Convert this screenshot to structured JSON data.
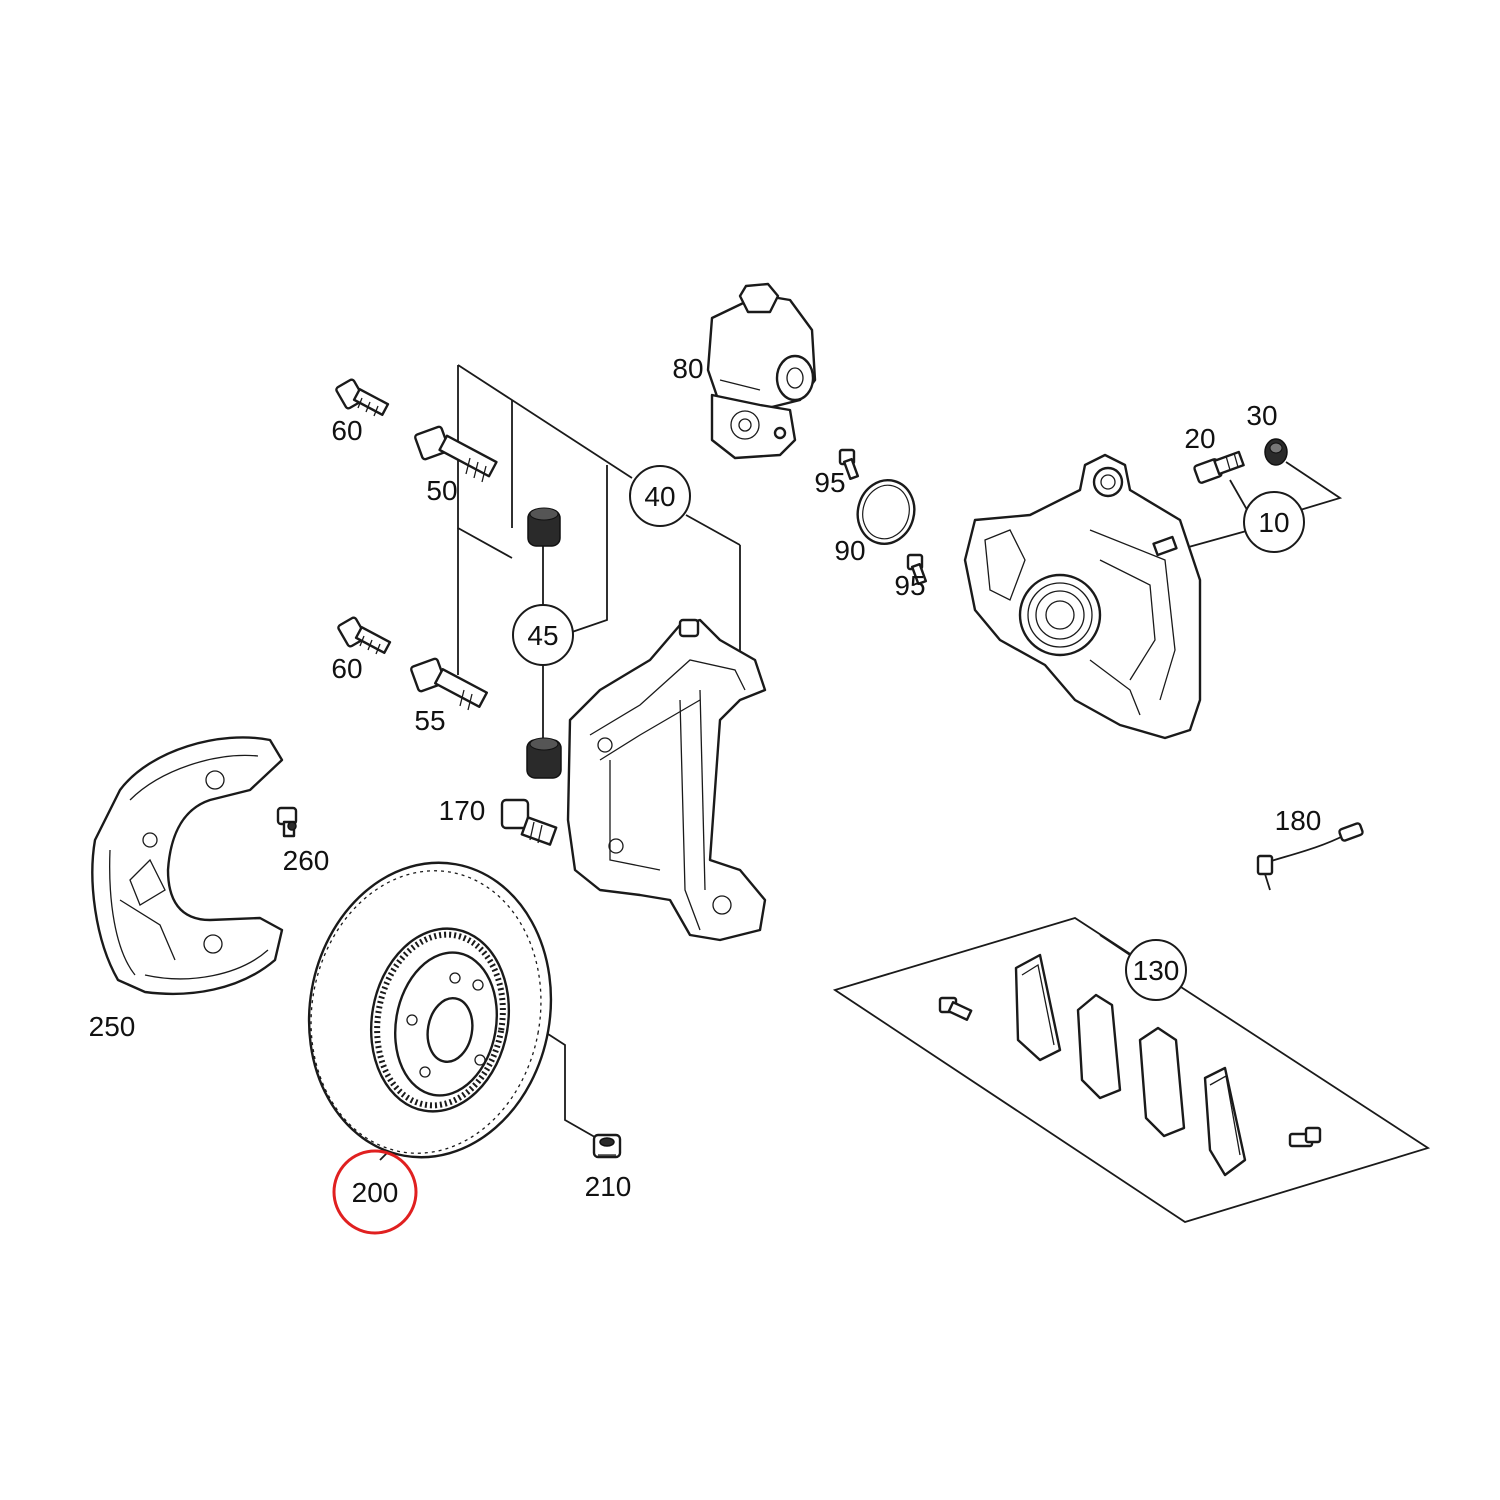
{
  "colors": {
    "line": "#1a1a1a",
    "highlight": "#e02020"
  },
  "labels": {
    "p10": "10",
    "p20": "20",
    "p30": "30",
    "p40": "40",
    "p45": "45",
    "p50": "50",
    "p55": "55",
    "p60a": "60",
    "p60b": "60",
    "p80": "80",
    "p90": "90",
    "p95a": "95",
    "p95b": "95",
    "p130": "130",
    "p170": "170",
    "p180": "180",
    "p200": "200",
    "p210": "210",
    "p250": "250",
    "p260": "260"
  }
}
